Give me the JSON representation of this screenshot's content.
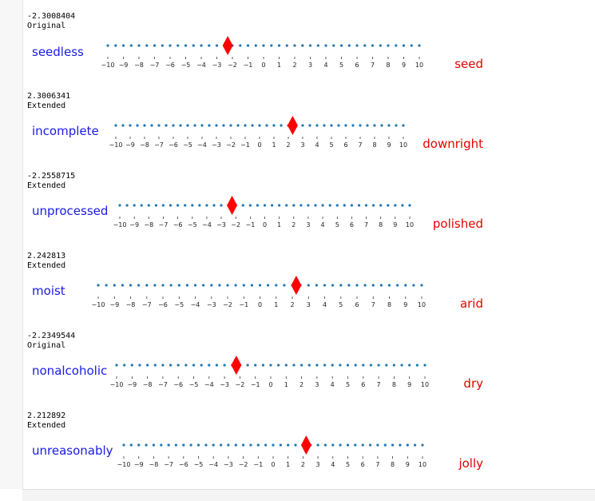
{
  "rows": [
    {
      "score": "-2.3008404",
      "kind": "Original",
      "left_word": "seedless",
      "right_word": "seed",
      "value": -2.3008404
    },
    {
      "score": "2.3006341",
      "kind": "Extended",
      "left_word": "incomplete",
      "right_word": "downright",
      "value": 2.3006341
    },
    {
      "score": "-2.2558715",
      "kind": "Extended",
      "left_word": "unprocessed",
      "right_word": "polished",
      "value": -2.2558715
    },
    {
      "score": "2.242813",
      "kind": "Extended",
      "left_word": "moist",
      "right_word": "arid",
      "value": 2.242813
    },
    {
      "score": "-2.2349544",
      "kind": "Original",
      "left_word": "nonalcoholic",
      "right_word": "dry",
      "value": -2.2349544
    },
    {
      "score": "2.212892",
      "kind": "Extended",
      "left_word": "unreasonably",
      "right_word": "jolly",
      "value": 2.212892
    }
  ],
  "axis": {
    "min": -10,
    "max": 10,
    "tick_labels": [
      "−10",
      "−9",
      "−8",
      "−7",
      "−6",
      "−5",
      "−4",
      "−3",
      "−2",
      "−1",
      "0",
      "1",
      "2",
      "3",
      "4",
      "5",
      "6",
      "7",
      "8",
      "9",
      "10"
    ]
  },
  "colors": {
    "left_word": "#1a1ae6",
    "right_word": "#e60000",
    "dots": "#1f77b4",
    "marker": "#ff0000"
  }
}
